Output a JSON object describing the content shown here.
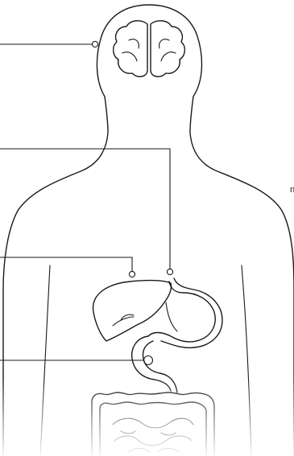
{
  "diagram": {
    "clipped_label_fragment": "n",
    "colors": {
      "line": "#1a1a1a",
      "background": "#ffffff"
    },
    "callouts": [
      {
        "name": "brain"
      },
      {
        "name": "stomach"
      },
      {
        "name": "liver"
      },
      {
        "name": "gallbladder"
      }
    ]
  }
}
